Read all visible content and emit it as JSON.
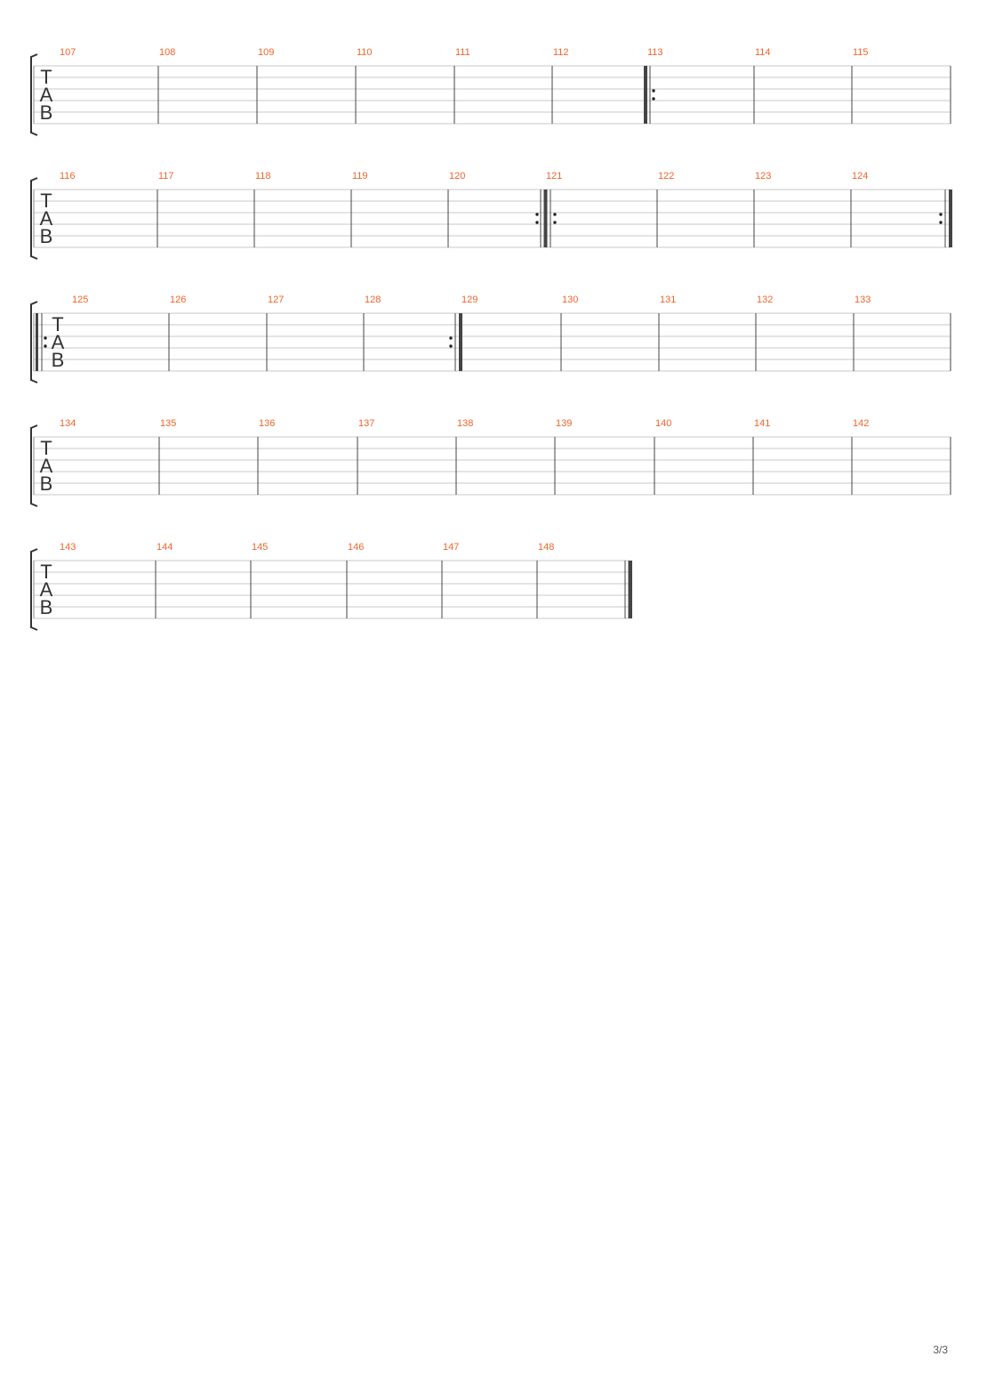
{
  "staff": {
    "clef": [
      "T",
      "A",
      "B"
    ],
    "colors": {
      "measure_number": "#f0642a",
      "lines": "#c8c8c8",
      "barline": "#444444",
      "bracket": "#333333"
    }
  },
  "systems": [
    {
      "measures": [
        "107",
        "108",
        "109",
        "110",
        "111",
        "112",
        "113",
        "114",
        "115"
      ],
      "marks": [
        {
          "type": "repeat-start",
          "before_measure": "113"
        }
      ]
    },
    {
      "measures": [
        "116",
        "117",
        "118",
        "119",
        "120",
        "121",
        "122",
        "123",
        "124"
      ],
      "marks": [
        {
          "type": "repeat-end",
          "after_measure": "120"
        },
        {
          "type": "repeat-start",
          "before_measure": "121"
        },
        {
          "type": "repeat-end",
          "after_measure": "124"
        }
      ]
    },
    {
      "measures": [
        "125",
        "126",
        "127",
        "128",
        "129",
        "130",
        "131",
        "132",
        "133"
      ],
      "marks": [
        {
          "type": "repeat-start",
          "before_measure": "125"
        },
        {
          "type": "repeat-end",
          "after_measure": "128"
        }
      ]
    },
    {
      "measures": [
        "134",
        "135",
        "136",
        "137",
        "138",
        "139",
        "140",
        "141",
        "142"
      ],
      "marks": []
    },
    {
      "measures": [
        "143",
        "144",
        "145",
        "146",
        "147",
        "148"
      ],
      "marks": [
        {
          "type": "final-barline",
          "after_measure": "148"
        }
      ]
    }
  ],
  "page_number": "3/3"
}
